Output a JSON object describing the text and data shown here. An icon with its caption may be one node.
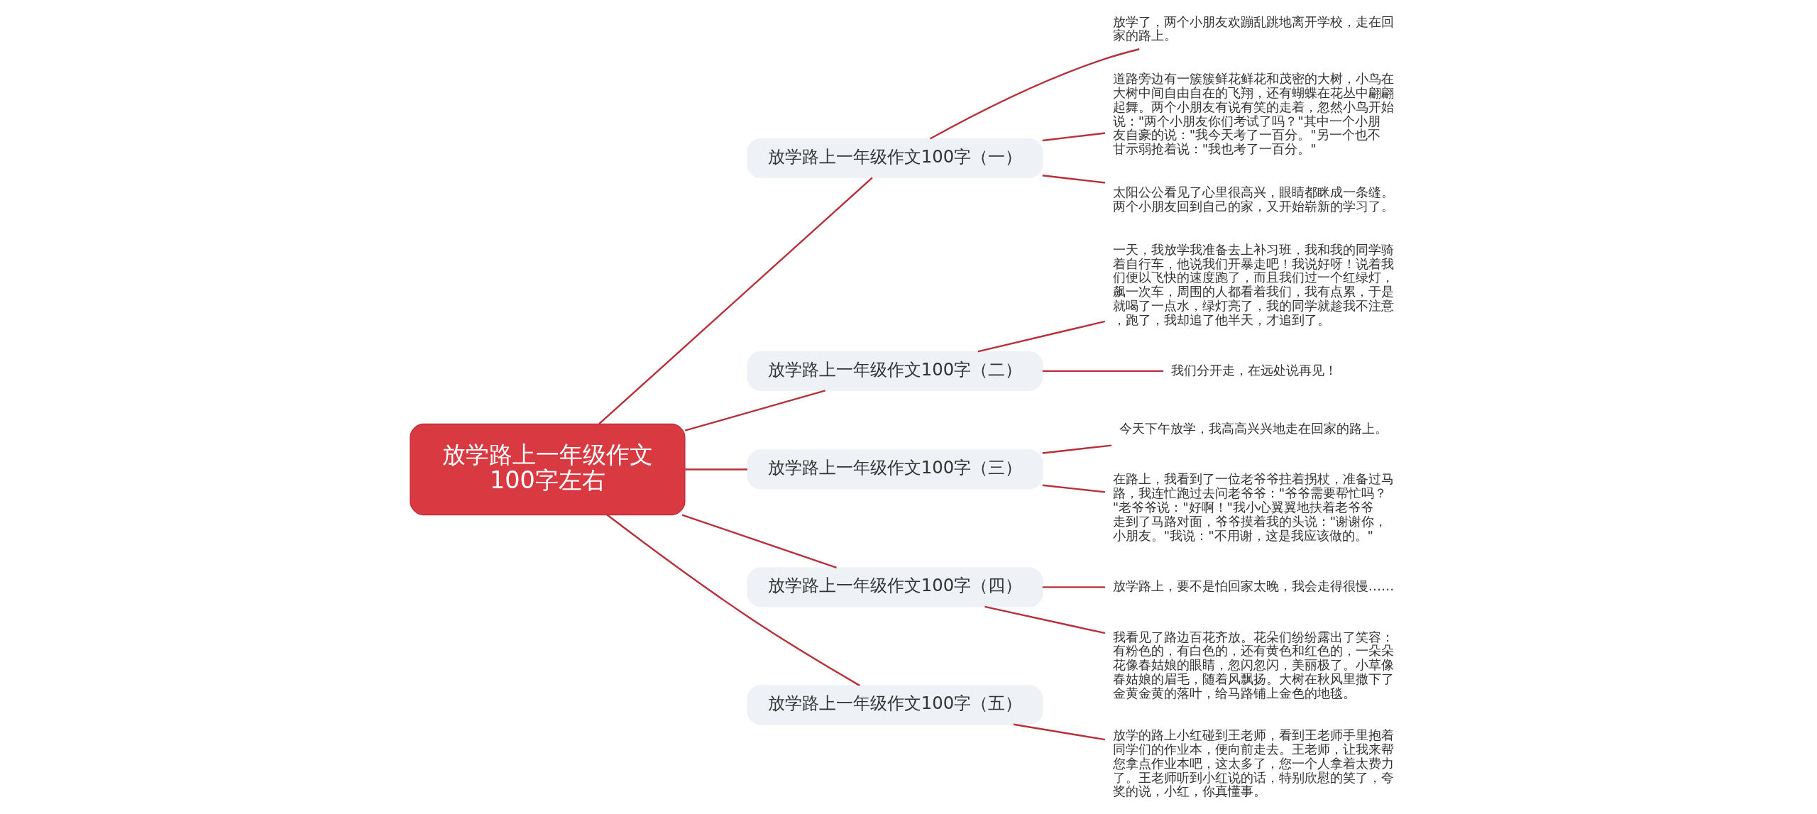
{
  "diagram": {
    "nodes": [
      {
        "text": [
          "放学路上一年级作文100字左右"
        ]
      },
      {
        "text": [
          "放学路上一年级作文100字（一）"
        ]
      },
      {
        "text": [
          "放学了，两个小朋友欢蹦乱跳地离开学校，走在回家的路上。"
        ]
      },
      {
        "text": [
          "道路旁边有一簇簇鲜花鲜花和茂密的大树，小鸟在大树中间自由自在的飞翔，还有蝴蝶在花丛中翩翩起舞。两个小朋友有说有笑的走着，忽然小鸟开始说：\"两个小朋友你们考试了吗？\"其中一个小朋友自豪的说：\"我今天考了一百分。\"另一个也不甘示弱抢着说：\"我也考了一百分。\""
        ]
      },
      {
        "text": [
          "太阳公公看见了心里很高兴，眼睛都眯成一条缝。两个小朋友回到自己的家，又开始崭新的学习了。"
        ]
      },
      {
        "text": [
          "放学路上一年级作文100字（二）"
        ]
      },
      {
        "text": [
          "一天，我放学我准备去上补习班，我和我的同学骑着自行车，他说我们开暴走吧！我说好呀！说着我们便以飞快的速度跑了，而且我们过一个红绿灯，飙一次车，周围的人都看着我们，我有点累，于是就喝了一点水，绿灯亮了，我的同学就趁我不注意，跑了，我却追了他半天，才追到了。"
        ]
      },
      {
        "text": [
          "我们分开走，在远处说再见！"
        ]
      },
      {
        "text": [
          "放学路上一年级作文100字（三）"
        ]
      },
      {
        "text": [
          "今天下午放学，我高高兴兴地走在回家的路上。"
        ]
      },
      {
        "text": [
          "在路上，我看到了一位老爷爷拄着拐杖，准备过马路，我连忙跑过去问老爷爷：\"爷爷需要帮忙吗？\"老爷爷说：\"好啊！\"我小心翼翼地扶着老爷爷走到了马路对面，爷爷摸着我的头说：\"谢谢你，小朋友。\"我说：\"不用谢，这是我应该做的。\""
        ]
      },
      {
        "text": [
          "放学路上一年级作文100字（四）"
        ]
      },
      {
        "text": [
          "放学路上，要不是怕回家太晚，我会走得很慢……"
        ]
      },
      {
        "text": [
          "我看见了路边百花齐放。花朵们纷纷露出了笑容：有粉色的，有白色的，还有黄色和红色的，一朵朵花像春姑娘的眼睛，忽闪忽闪，美丽极了。小草像春姑娘的眉毛，随着风飘扬。大树在秋风里撒下了金黄金黄的落叶，给马路铺上金色的地毯。"
        ]
      },
      {
        "text": [
          "放学路上一年级作文100字（五）"
        ]
      },
      {
        "text": [
          "放学的路上小红碰到王老师，看到王老师手里抱着同学们的作业本，便向前走去。王老师，让我来帮您拿点作业本吧，这太多了，您一个人拿着太费力了。王老师听到小红说的话，特别欣慰的笑了，夸奖的说，小红，你真懂事。"
        ]
      }
    ],
    "edges": [
      {
        "from": 0,
        "to": 1,
        "arrow": "none"
      },
      {
        "from": 1,
        "to": 2,
        "arrow": "none"
      },
      {
        "from": 1,
        "to": 3,
        "arrow": "none"
      },
      {
        "from": 1,
        "to": 4,
        "arrow": "none"
      },
      {
        "from": 0,
        "to": 5,
        "arrow": "none"
      },
      {
        "from": 5,
        "to": 6,
        "arrow": "none"
      },
      {
        "from": 5,
        "to": 7,
        "arrow": "none"
      },
      {
        "from": 0,
        "to": 8,
        "arrow": "none"
      },
      {
        "from": 8,
        "to": 9,
        "arrow": "none"
      },
      {
        "from": 8,
        "to": 10,
        "arrow": "none"
      },
      {
        "from": 0,
        "to": 11,
        "arrow": "none"
      },
      {
        "from": 11,
        "to": 12,
        "arrow": "none"
      },
      {
        "from": 11,
        "to": 13,
        "arrow": "none"
      },
      {
        "from": 0,
        "to": 14,
        "arrow": "none"
      },
      {
        "from": 14,
        "to": 15,
        "arrow": "none"
      }
    ]
  }
}
